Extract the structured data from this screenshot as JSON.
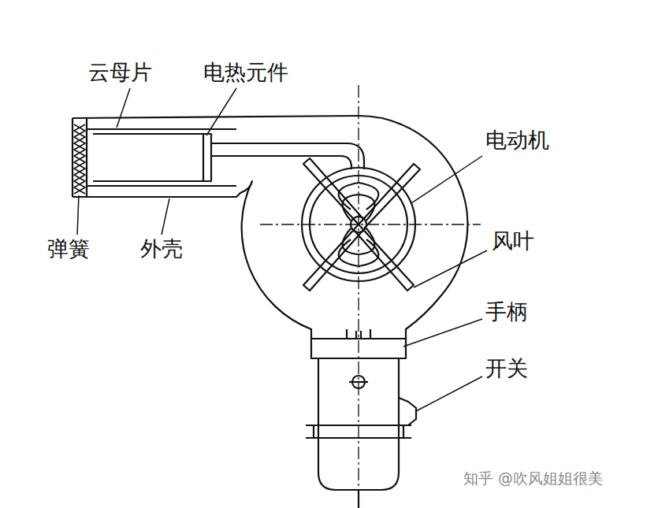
{
  "diagram": {
    "labels": [
      "云母片",
      "电热元件",
      "电动机",
      "风叶",
      "手柄",
      "开关",
      "弹簧",
      "外壳",
      "知乎 @吹风姐姐很美"
    ]
  }
}
